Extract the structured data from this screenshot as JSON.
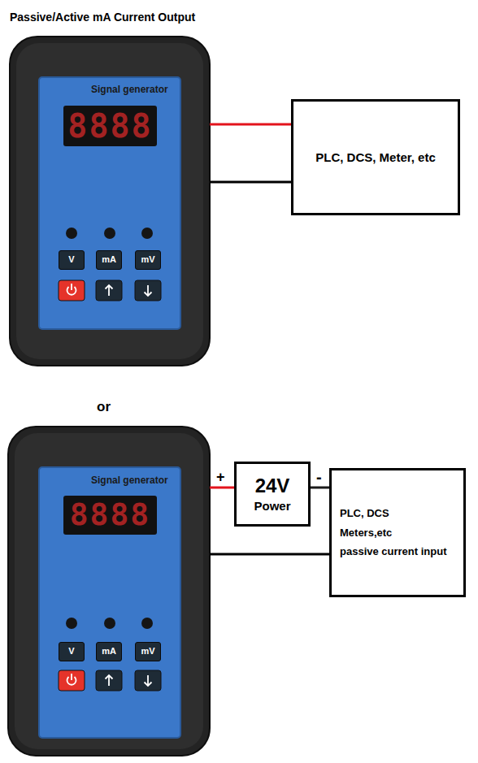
{
  "diagram": {
    "title": "Passive/Active mA Current Output",
    "nodes": [
      {
        "text": [
          "Signal generator"
        ]
      },
      {
        "text": [
          "V"
        ],
        "in": 0
      },
      {
        "text": [
          "mA"
        ],
        "in": 0
      },
      {
        "text": [
          "mV"
        ],
        "in": 0
      },
      {
        "text": [
          "PLC, DCS, Meter, etc"
        ]
      },
      {
        "text": [
          "Signal generator"
        ]
      },
      {
        "text": [
          "V"
        ],
        "in": 5
      },
      {
        "text": [
          "mA"
        ],
        "in": 5
      },
      {
        "text": [
          "mV"
        ],
        "in": 5
      },
      {
        "text": [
          "24V",
          "Power"
        ]
      },
      {
        "text": [
          "PLC, DCS",
          "Meters,etc",
          "passive current input"
        ]
      }
    ],
    "edges": [
      {
        "from": 0,
        "to": 4,
        "arrow": "none"
      },
      {
        "from": 0,
        "to": 4,
        "arrow": "none"
      },
      {
        "from": 5,
        "to": 9,
        "arrow": "none"
      },
      {
        "from": 9,
        "to": 10,
        "arrow": "none"
      },
      {
        "from": 5,
        "to": 10,
        "arrow": "none"
      }
    ],
    "labels": [
      "8888",
      "or",
      "8888",
      "+",
      "-"
    ]
  }
}
